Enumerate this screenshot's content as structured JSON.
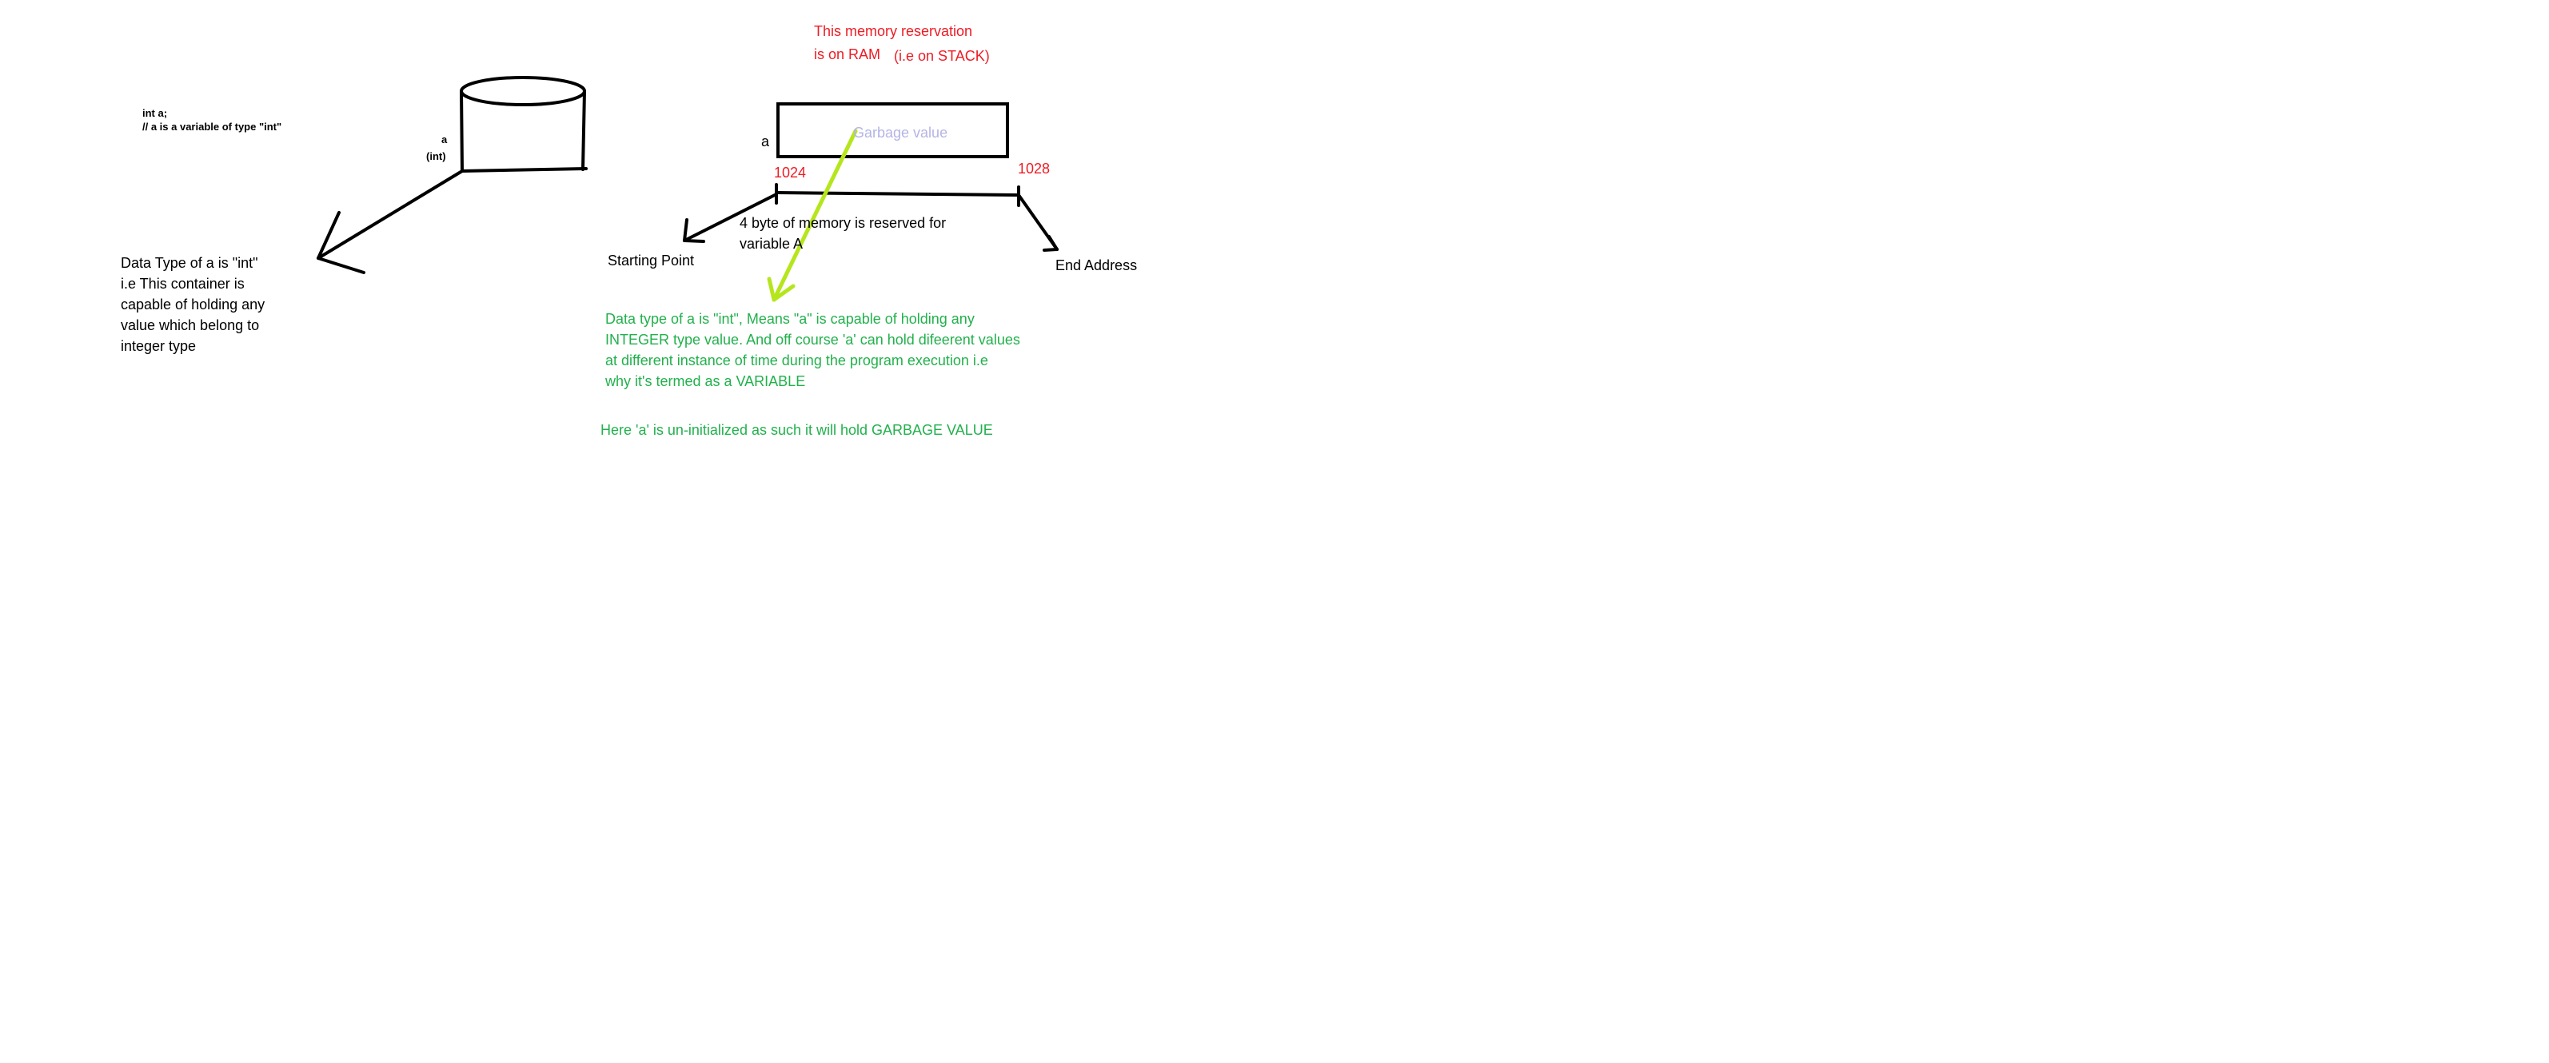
{
  "code": {
    "line1": "int a;",
    "line2": "// a is a variable of type \"int\""
  },
  "container": {
    "label_name": "a",
    "label_type": "(int)"
  },
  "data_type_note": {
    "lines": [
      "Data Type of a is \"int\"",
      "i.e This container is",
      "capable of  holding any",
      "value which belong to",
      "integer type"
    ]
  },
  "memory": {
    "note_lines": [
      "This memory reservation",
      "is on RAM"
    ],
    "note_stack": "(i.e on STACK)",
    "cell_label": "a",
    "cell_value": "Garbage value",
    "start_addr": "1024",
    "end_addr": "1028",
    "reserved_lines": [
      "4 byte of memory is reserved for",
      "variable A"
    ],
    "starting_point": "Starting Point",
    "end_address": "End Address"
  },
  "explanation": {
    "lines": [
      "Data type of a is \"int\", Means \"a\" is capable of holding any",
      "INTEGER type value. And off course 'a' can hold difeerent values",
      "at different instance of time during the program execution i.e",
      "why it's termed as a VARIABLE"
    ],
    "garbage_line": "Here 'a' is un-initialized  as such it will hold GARBAGE VALUE"
  },
  "colors": {
    "ink": "#000000",
    "red": "#ed1c24",
    "green": "#22b14c",
    "lime_arrow": "#b5e61d",
    "lavender": "#b4b4e6"
  }
}
